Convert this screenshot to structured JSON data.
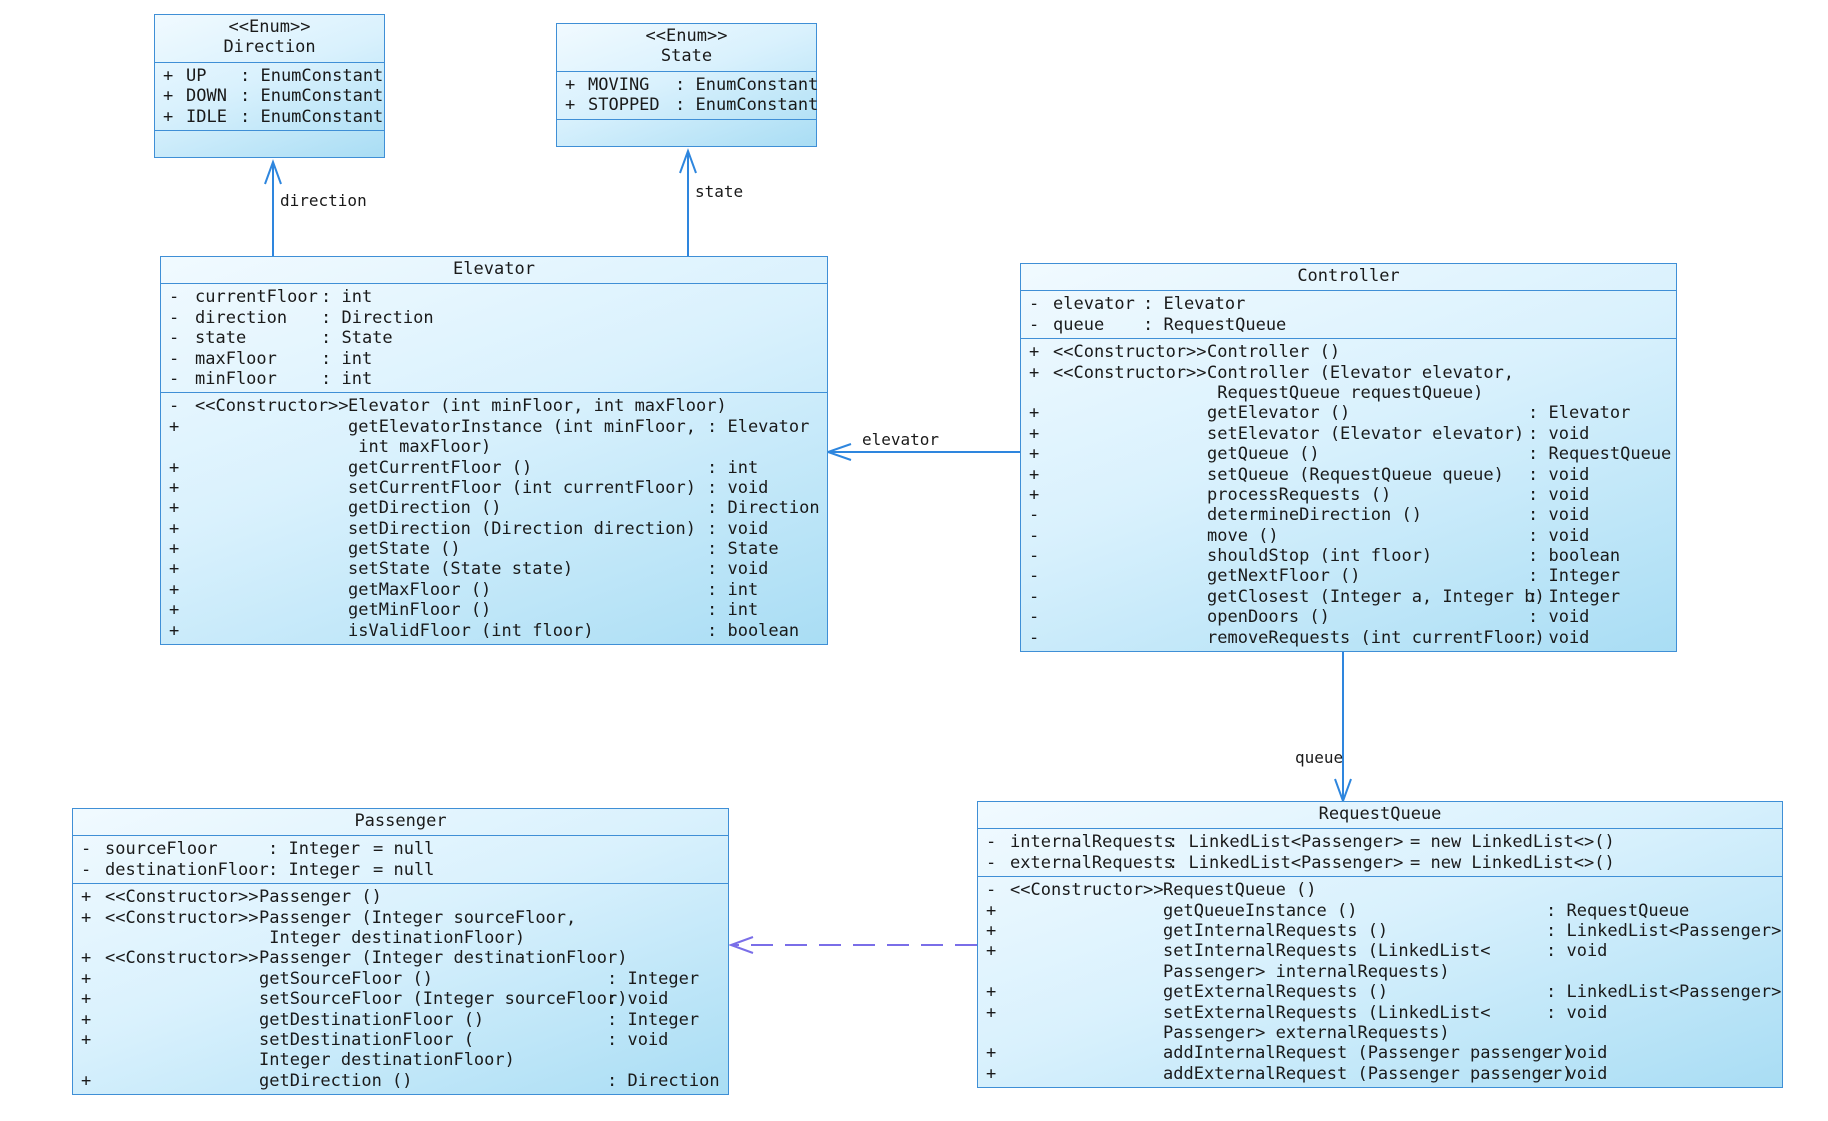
{
  "colors": {
    "border": "#3f8fd6",
    "association": "#2e86de",
    "dependency": "#7a6ee8",
    "fill_light": "#f1faff",
    "fill_dark": "#a9ddf4"
  },
  "classes": {
    "direction": {
      "stereotype": "<<Enum>>",
      "name": "Direction",
      "attributes": [
        {
          "vis": "+",
          "name": "UP",
          "type": ": EnumConstant"
        },
        {
          "vis": "+",
          "name": "DOWN",
          "type": ": EnumConstant"
        },
        {
          "vis": "+",
          "name": "IDLE",
          "type": ": EnumConstant"
        }
      ]
    },
    "state": {
      "stereotype": "<<Enum>>",
      "name": "State",
      "attributes": [
        {
          "vis": "+",
          "name": "MOVING",
          "type": ": EnumConstant"
        },
        {
          "vis": "+",
          "name": "STOPPED",
          "type": ": EnumConstant"
        }
      ]
    },
    "elevator": {
      "name": "Elevator",
      "attributes": [
        {
          "vis": "-",
          "name": "currentFloor",
          "type": ": int"
        },
        {
          "vis": "-",
          "name": "direction",
          "type": ": Direction"
        },
        {
          "vis": "-",
          "name": "state",
          "type": ": State"
        },
        {
          "vis": "-",
          "name": "maxFloor",
          "type": ": int"
        },
        {
          "vis": "-",
          "name": "minFloor",
          "type": ": int"
        }
      ],
      "operations": [
        {
          "vis": "-",
          "stereo": "<<Constructor>>",
          "sig": "Elevator (int minFloor, int maxFloor)",
          "ret": ""
        },
        {
          "vis": "+",
          "stereo": "",
          "sig": "getElevatorInstance (int minFloor,",
          "ret": ": Elevator"
        },
        {
          "vis": "",
          "stereo": "",
          "sig": " int maxFloor)",
          "ret": ""
        },
        {
          "vis": "+",
          "stereo": "",
          "sig": "getCurrentFloor ()",
          "ret": ": int"
        },
        {
          "vis": "+",
          "stereo": "",
          "sig": "setCurrentFloor (int currentFloor)",
          "ret": ": void"
        },
        {
          "vis": "+",
          "stereo": "",
          "sig": "getDirection ()",
          "ret": ": Direction"
        },
        {
          "vis": "+",
          "stereo": "",
          "sig": "setDirection (Direction direction)",
          "ret": ": void"
        },
        {
          "vis": "+",
          "stereo": "",
          "sig": "getState ()",
          "ret": ": State"
        },
        {
          "vis": "+",
          "stereo": "",
          "sig": "setState (State state)",
          "ret": ": void"
        },
        {
          "vis": "+",
          "stereo": "",
          "sig": "getMaxFloor ()",
          "ret": ": int"
        },
        {
          "vis": "+",
          "stereo": "",
          "sig": "getMinFloor ()",
          "ret": ": int"
        },
        {
          "vis": "+",
          "stereo": "",
          "sig": "isValidFloor (int floor)",
          "ret": ": boolean"
        }
      ]
    },
    "controller": {
      "name": "Controller",
      "attributes": [
        {
          "vis": "-",
          "name": "elevator",
          "type": ": Elevator"
        },
        {
          "vis": "-",
          "name": "queue",
          "type": ": RequestQueue"
        }
      ],
      "operations": [
        {
          "vis": "+",
          "stereo": "<<Constructor>>",
          "sig": "Controller ()",
          "ret": ""
        },
        {
          "vis": "+",
          "stereo": "<<Constructor>>",
          "sig": "Controller (Elevator elevator,",
          "ret": ""
        },
        {
          "vis": "",
          "stereo": "",
          "sig": " RequestQueue requestQueue)",
          "ret": ""
        },
        {
          "vis": "+",
          "stereo": "",
          "sig": "getElevator ()",
          "ret": ": Elevator"
        },
        {
          "vis": "+",
          "stereo": "",
          "sig": "setElevator (Elevator elevator)",
          "ret": ": void"
        },
        {
          "vis": "+",
          "stereo": "",
          "sig": "getQueue ()",
          "ret": ": RequestQueue"
        },
        {
          "vis": "+",
          "stereo": "",
          "sig": "setQueue (RequestQueue queue)",
          "ret": ": void"
        },
        {
          "vis": "+",
          "stereo": "",
          "sig": "processRequests ()",
          "ret": ": void"
        },
        {
          "vis": "-",
          "stereo": "",
          "sig": "determineDirection ()",
          "ret": ": void"
        },
        {
          "vis": "-",
          "stereo": "",
          "sig": "move ()",
          "ret": ": void"
        },
        {
          "vis": "-",
          "stereo": "",
          "sig": "shouldStop (int floor)",
          "ret": ": boolean"
        },
        {
          "vis": "-",
          "stereo": "",
          "sig": "getNextFloor ()",
          "ret": ": Integer"
        },
        {
          "vis": "-",
          "stereo": "",
          "sig": "getClosest (Integer a, Integer b)",
          "ret": ": Integer"
        },
        {
          "vis": "-",
          "stereo": "",
          "sig": "openDoors ()",
          "ret": ": void"
        },
        {
          "vis": "-",
          "stereo": "",
          "sig": "removeRequests (int currentFloor)",
          "ret": ": void"
        }
      ]
    },
    "passenger": {
      "name": "Passenger",
      "attributes": [
        {
          "vis": "-",
          "name": "sourceFloor",
          "type": ": Integer",
          "init": "= null"
        },
        {
          "vis": "-",
          "name": "destinationFloor",
          "type": ": Integer",
          "init": "= null"
        }
      ],
      "operations": [
        {
          "vis": "+",
          "stereo": "<<Constructor>>",
          "sig": "Passenger ()",
          "ret": ""
        },
        {
          "vis": "+",
          "stereo": "<<Constructor>>",
          "sig": "Passenger (Integer sourceFloor,",
          "ret": ""
        },
        {
          "vis": "",
          "stereo": "",
          "sig": " Integer destinationFloor)",
          "ret": ""
        },
        {
          "vis": "+",
          "stereo": "<<Constructor>>",
          "sig": "Passenger (Integer destinationFloor)",
          "ret": ""
        },
        {
          "vis": "+",
          "stereo": "",
          "sig": "getSourceFloor ()",
          "ret": ": Integer"
        },
        {
          "vis": "+",
          "stereo": "",
          "sig": "setSourceFloor (Integer sourceFloor)",
          "ret": ": void"
        },
        {
          "vis": "+",
          "stereo": "",
          "sig": "getDestinationFloor ()",
          "ret": ": Integer"
        },
        {
          "vis": "+",
          "stereo": "",
          "sig": "setDestinationFloor (",
          "ret": ": void"
        },
        {
          "vis": "",
          "stereo": "",
          "sig": "Integer destinationFloor)",
          "ret": ""
        },
        {
          "vis": "+",
          "stereo": "",
          "sig": "getDirection ()",
          "ret": ": Direction"
        }
      ]
    },
    "requestqueue": {
      "name": "RequestQueue",
      "attributes": [
        {
          "vis": "-",
          "name": "internalRequests",
          "type": ": LinkedList<Passenger>",
          "init": "= new LinkedList<>()"
        },
        {
          "vis": "-",
          "name": "externalRequests",
          "type": ": LinkedList<Passenger>",
          "init": "= new LinkedList<>()"
        }
      ],
      "operations": [
        {
          "vis": "-",
          "stereo": "<<Constructor>>",
          "sig": "RequestQueue ()",
          "ret": ""
        },
        {
          "vis": "+",
          "stereo": "",
          "sig": "getQueueInstance ()",
          "ret": ": RequestQueue"
        },
        {
          "vis": "+",
          "stereo": "",
          "sig": "getInternalRequests ()",
          "ret": ": LinkedList<Passenger>"
        },
        {
          "vis": "+",
          "stereo": "",
          "sig": "setInternalRequests (LinkedList<",
          "ret": ": void"
        },
        {
          "vis": "",
          "stereo": "",
          "sig": "Passenger> internalRequests)",
          "ret": ""
        },
        {
          "vis": "+",
          "stereo": "",
          "sig": "getExternalRequests ()",
          "ret": ": LinkedList<Passenger>"
        },
        {
          "vis": "+",
          "stereo": "",
          "sig": "setExternalRequests (LinkedList<",
          "ret": ": void"
        },
        {
          "vis": "",
          "stereo": "",
          "sig": "Passenger> externalRequests)",
          "ret": ""
        },
        {
          "vis": "+",
          "stereo": "",
          "sig": "addInternalRequest (Passenger passenger)",
          "ret": ": void"
        },
        {
          "vis": "+",
          "stereo": "",
          "sig": "addExternalRequest (Passenger passenger)",
          "ret": ": void"
        }
      ]
    }
  },
  "connectors": {
    "direction": "direction",
    "state": "state",
    "elevator": "elevator",
    "queue": "queue"
  }
}
